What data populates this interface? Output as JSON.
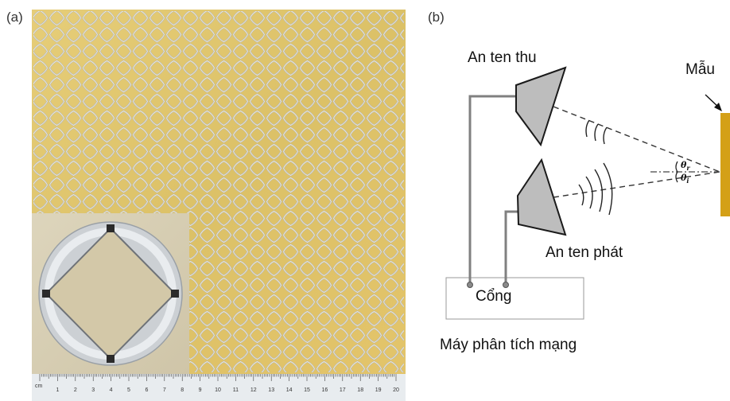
{
  "panel_a": {
    "label": "(a)",
    "ruler": {
      "unit": "cm",
      "ticks": [
        "1",
        "2",
        "3",
        "4",
        "5",
        "6",
        "7",
        "8",
        "9",
        "10",
        "11",
        "12",
        "13",
        "14",
        "15",
        "16",
        "17",
        "18",
        "19",
        "20"
      ]
    },
    "colors": {
      "board": "#e2c870",
      "mesh": "#b8b9b4",
      "inset_bg": "#d6cdb2",
      "ruler": "#e8ecef"
    }
  },
  "panel_b": {
    "label": "(b)",
    "receive_antenna": "An ten thu",
    "transmit_antenna": "An ten phát",
    "sample": "Mẫu",
    "port": "Cổng",
    "network_analyzer": "Máy phân tích mạng",
    "theta_r": "θ",
    "theta_r_sub": "r",
    "theta_i": "θ",
    "theta_i_sub": "i",
    "colors": {
      "antenna": "#bdbdbd",
      "cable": "#808080",
      "sample": "#d4a017"
    }
  }
}
